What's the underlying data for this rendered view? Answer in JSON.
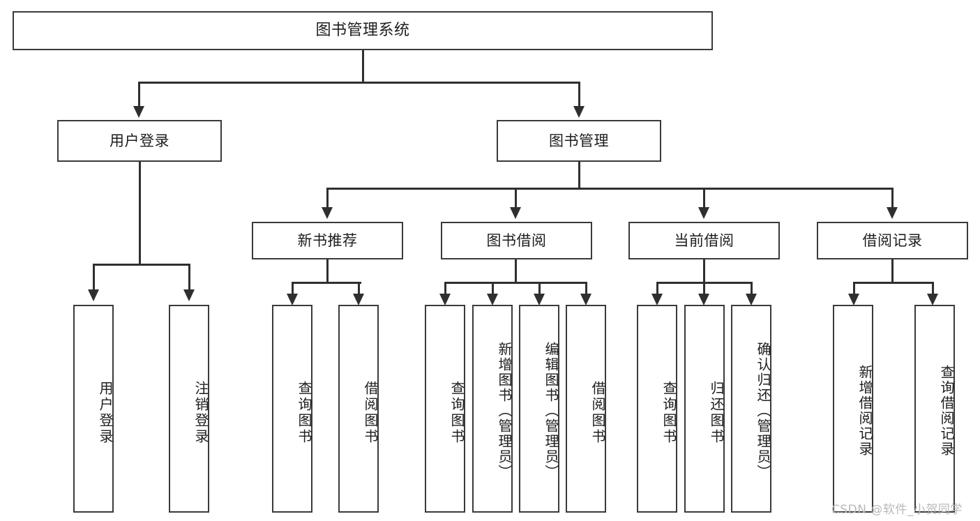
{
  "diagram": {
    "type": "tree-hierarchy-chart",
    "root": {
      "label": "图书管理系统"
    },
    "level2": [
      {
        "id": "user-login",
        "label": "用户登录"
      },
      {
        "id": "book-management",
        "label": "图书管理"
      }
    ],
    "level3": [
      {
        "id": "new-book-recommend",
        "label": "新书推荐"
      },
      {
        "id": "book-borrow",
        "label": "图书借阅"
      },
      {
        "id": "current-borrow",
        "label": "当前借阅"
      },
      {
        "id": "borrow-record",
        "label": "借阅记录"
      }
    ],
    "leaves": {
      "user_login": [
        {
          "id": "leaf-user-login",
          "label": "用户登录"
        },
        {
          "id": "leaf-logout-login",
          "label": "注销登录"
        }
      ],
      "new_book_recommend": [
        {
          "id": "leaf-query-book-1",
          "label": "查询图书"
        },
        {
          "id": "leaf-borrow-book-1",
          "label": "借阅图书"
        }
      ],
      "book_borrow": [
        {
          "id": "leaf-query-book-2",
          "label": "查询图书"
        },
        {
          "id": "leaf-add-book",
          "label": "新增图书（管理员）"
        },
        {
          "id": "leaf-edit-book",
          "label": "编辑图书（管理员）"
        },
        {
          "id": "leaf-borrow-book-2",
          "label": "借阅图书"
        }
      ],
      "current_borrow": [
        {
          "id": "leaf-query-book-3",
          "label": "查询图书"
        },
        {
          "id": "leaf-return-book",
          "label": "归还图书"
        },
        {
          "id": "leaf-confirm-return",
          "label": "确认归还（管理员）"
        }
      ],
      "borrow_record": [
        {
          "id": "leaf-add-borrow-record",
          "label": "新增借阅记录"
        },
        {
          "id": "leaf-query-borrow-record",
          "label": "查询借阅记录"
        }
      ]
    },
    "colors": {
      "stroke": "#3a3a3a",
      "connector": "#2f2f2f",
      "fill": "#ffffff",
      "text": "#1d1d1d",
      "watermark": "#b9b9b9"
    }
  },
  "watermark": {
    "text": "CSDN @软件_小贺同学"
  }
}
